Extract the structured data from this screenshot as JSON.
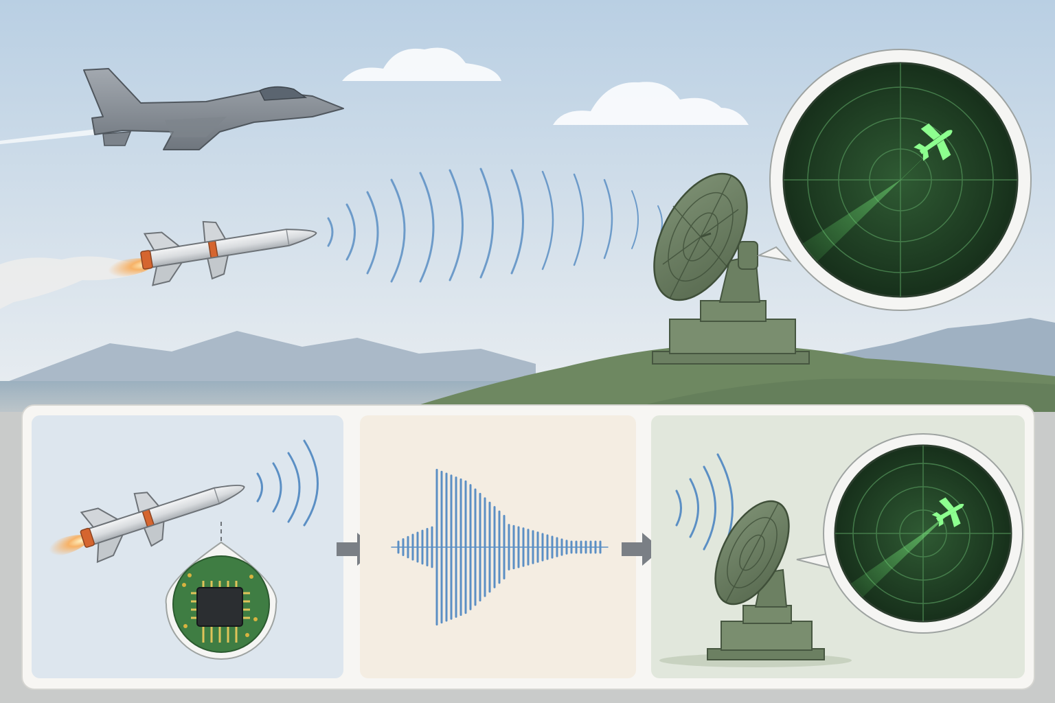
{
  "colors": {
    "sky_top": "#b9cfe3",
    "sky_bottom": "#e9eef2",
    "sea": "#8fa6b6",
    "mountains": "#a9b8c8",
    "hill": "#6f8862",
    "radar_structure": "#6c8062",
    "radar_screen_bg": "#1f3d24",
    "radar_green": "#67e86a",
    "signal_wave": "#5b8fc4",
    "missile_body": "#dcdfe2",
    "missile_band": "#d5652f",
    "jet_body": "#8d949c",
    "panel_1_bg": "#dde6ee",
    "panel_2_bg": "#f4ede2",
    "panel_3_bg": "#e1e7dc",
    "arrow": "#7a7f85"
  },
  "scene": {
    "elements": [
      "fighter-jet",
      "cruise-missile",
      "signal-waves",
      "radar-dish",
      "radar-display-bubble"
    ],
    "radar_blip_icon": "aircraft-silhouette-icon"
  },
  "panels": [
    {
      "id": "emitter",
      "icons": [
        "missile-icon",
        "signal-waves-icon",
        "circuit-chip-icon"
      ]
    },
    {
      "id": "waveform",
      "icons": [
        "aircraft-shaped-waveform-icon"
      ]
    },
    {
      "id": "receiver",
      "icons": [
        "radar-dish-icon",
        "radar-display-icon",
        "aircraft-silhouette-icon"
      ]
    }
  ],
  "arrows": [
    "arrow-right-icon",
    "arrow-right-icon"
  ]
}
